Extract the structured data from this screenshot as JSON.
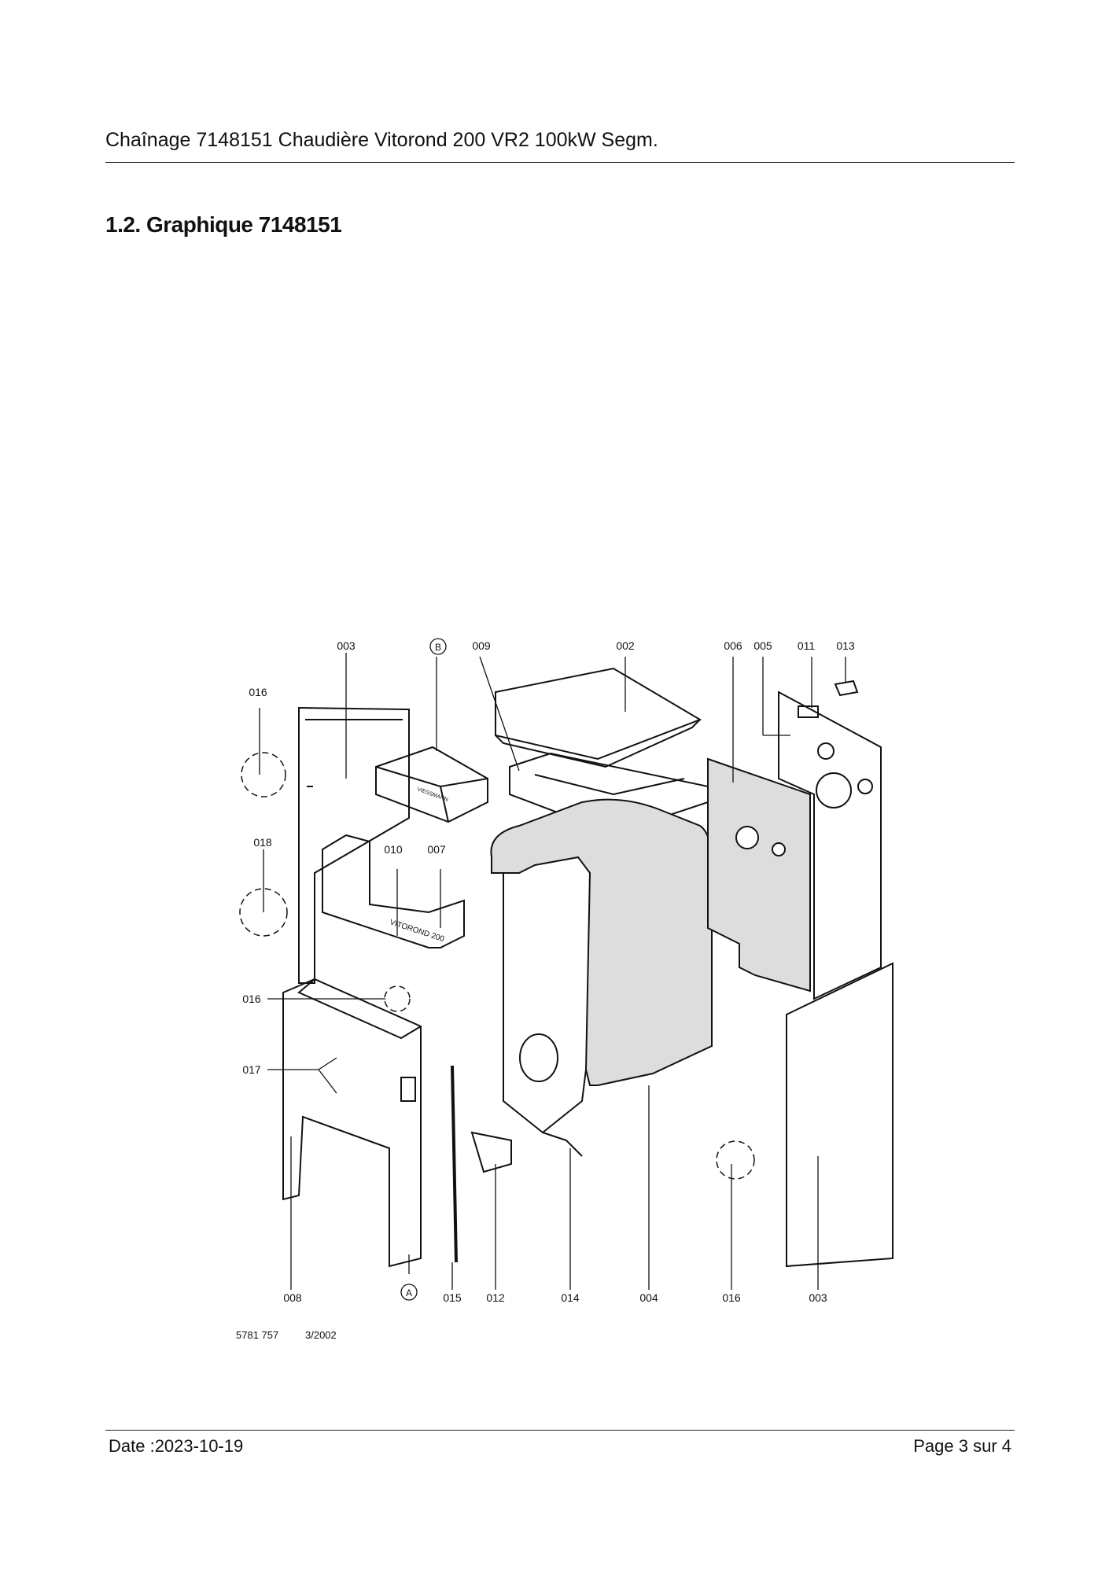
{
  "header": {
    "title": "Chaînage 7148151 Chaudière Vitorond 200 VR2 100kW Segm."
  },
  "section": {
    "title": "1.2. Graphique 7148151"
  },
  "drawing": {
    "labels": {
      "l003a": "003",
      "lB": "B",
      "l009": "009",
      "l002": "002",
      "l006": "006",
      "l005": "005",
      "l011": "011",
      "l013": "013",
      "l016a": "016",
      "l018": "018",
      "l010": "010",
      "l007": "007",
      "l016b": "016",
      "l017": "017",
      "l008": "008",
      "lA": "A",
      "l015": "015",
      "l012": "012",
      "l014": "014",
      "l004": "004",
      "l016c": "016",
      "l003b": "003"
    },
    "footnote_ref": "5781 757",
    "footnote_date": "3/2002",
    "panel_text": "VITOROND 200",
    "control_text": "VIESSMANN"
  },
  "footer": {
    "date": "Date :2023-10-19",
    "page": "Page 3 sur   4"
  }
}
